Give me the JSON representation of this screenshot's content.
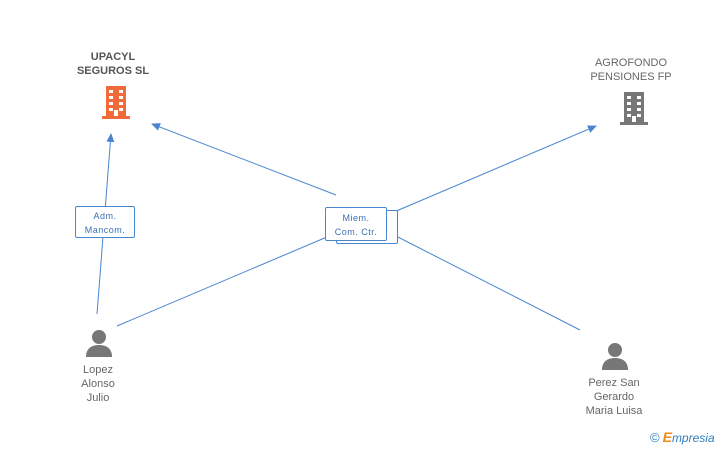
{
  "nodes": {
    "upacyl": {
      "name_line1": "UPACYL",
      "name_line2": "SEGUROS SL",
      "icon": "building-icon",
      "color": "#f26a3a"
    },
    "agrofondo": {
      "name_line1": "AGROFONDO",
      "name_line2": "PENSIONES FP",
      "icon": "building-icon",
      "color": "#777777"
    },
    "lopez": {
      "line1": "Lopez",
      "line2": "Alonso",
      "line3": "Julio",
      "icon": "person-icon"
    },
    "perez": {
      "line1": "Perez San",
      "line2": "Gerardo",
      "line3": "Maria Luisa",
      "icon": "person-icon"
    }
  },
  "relations": {
    "adm": {
      "line1": "Adm.",
      "line2": "Mancom."
    },
    "miem": {
      "line1": "Miem.",
      "line2": "Com. Ctr."
    }
  },
  "brand": {
    "copyright": "©",
    "e": "E",
    "rest": "mpresia"
  },
  "colors": {
    "edge": "#4a86d0",
    "company_accent": "#f26a3a",
    "company_gray": "#777777",
    "person": "#777777"
  }
}
